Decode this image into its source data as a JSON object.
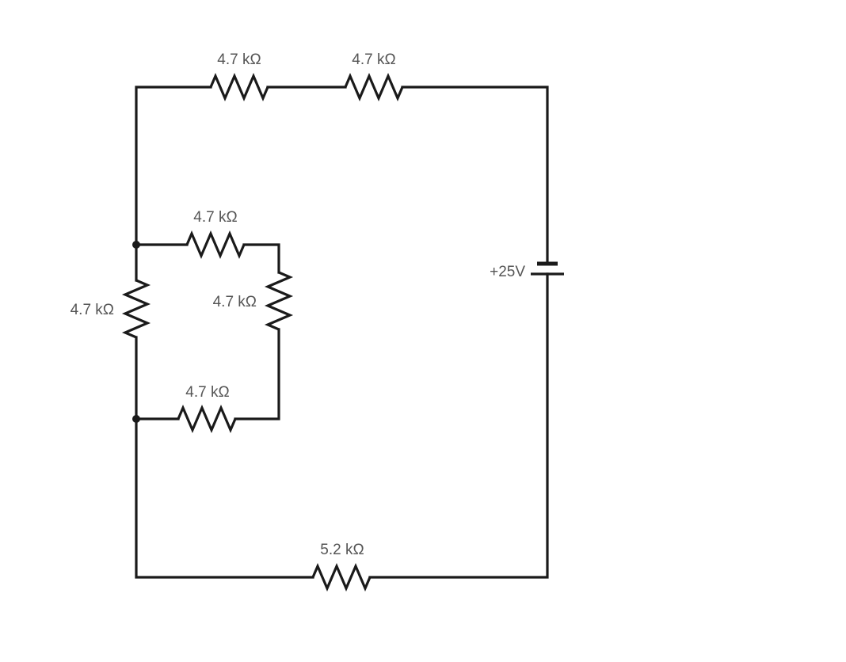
{
  "resistors": {
    "top_left": "4.7 kΩ",
    "top_right": "4.7 kΩ",
    "inner_top": "4.7 kΩ",
    "inner_right": "4.7 kΩ",
    "inner_bottom": "4.7 kΩ",
    "left_vertical": "4.7 kΩ",
    "bottom": "5.2 kΩ"
  },
  "battery": {
    "label": "+25V"
  },
  "colors": {
    "wire": "#1a1a1a",
    "label": "#555555",
    "background": "#ffffff"
  }
}
